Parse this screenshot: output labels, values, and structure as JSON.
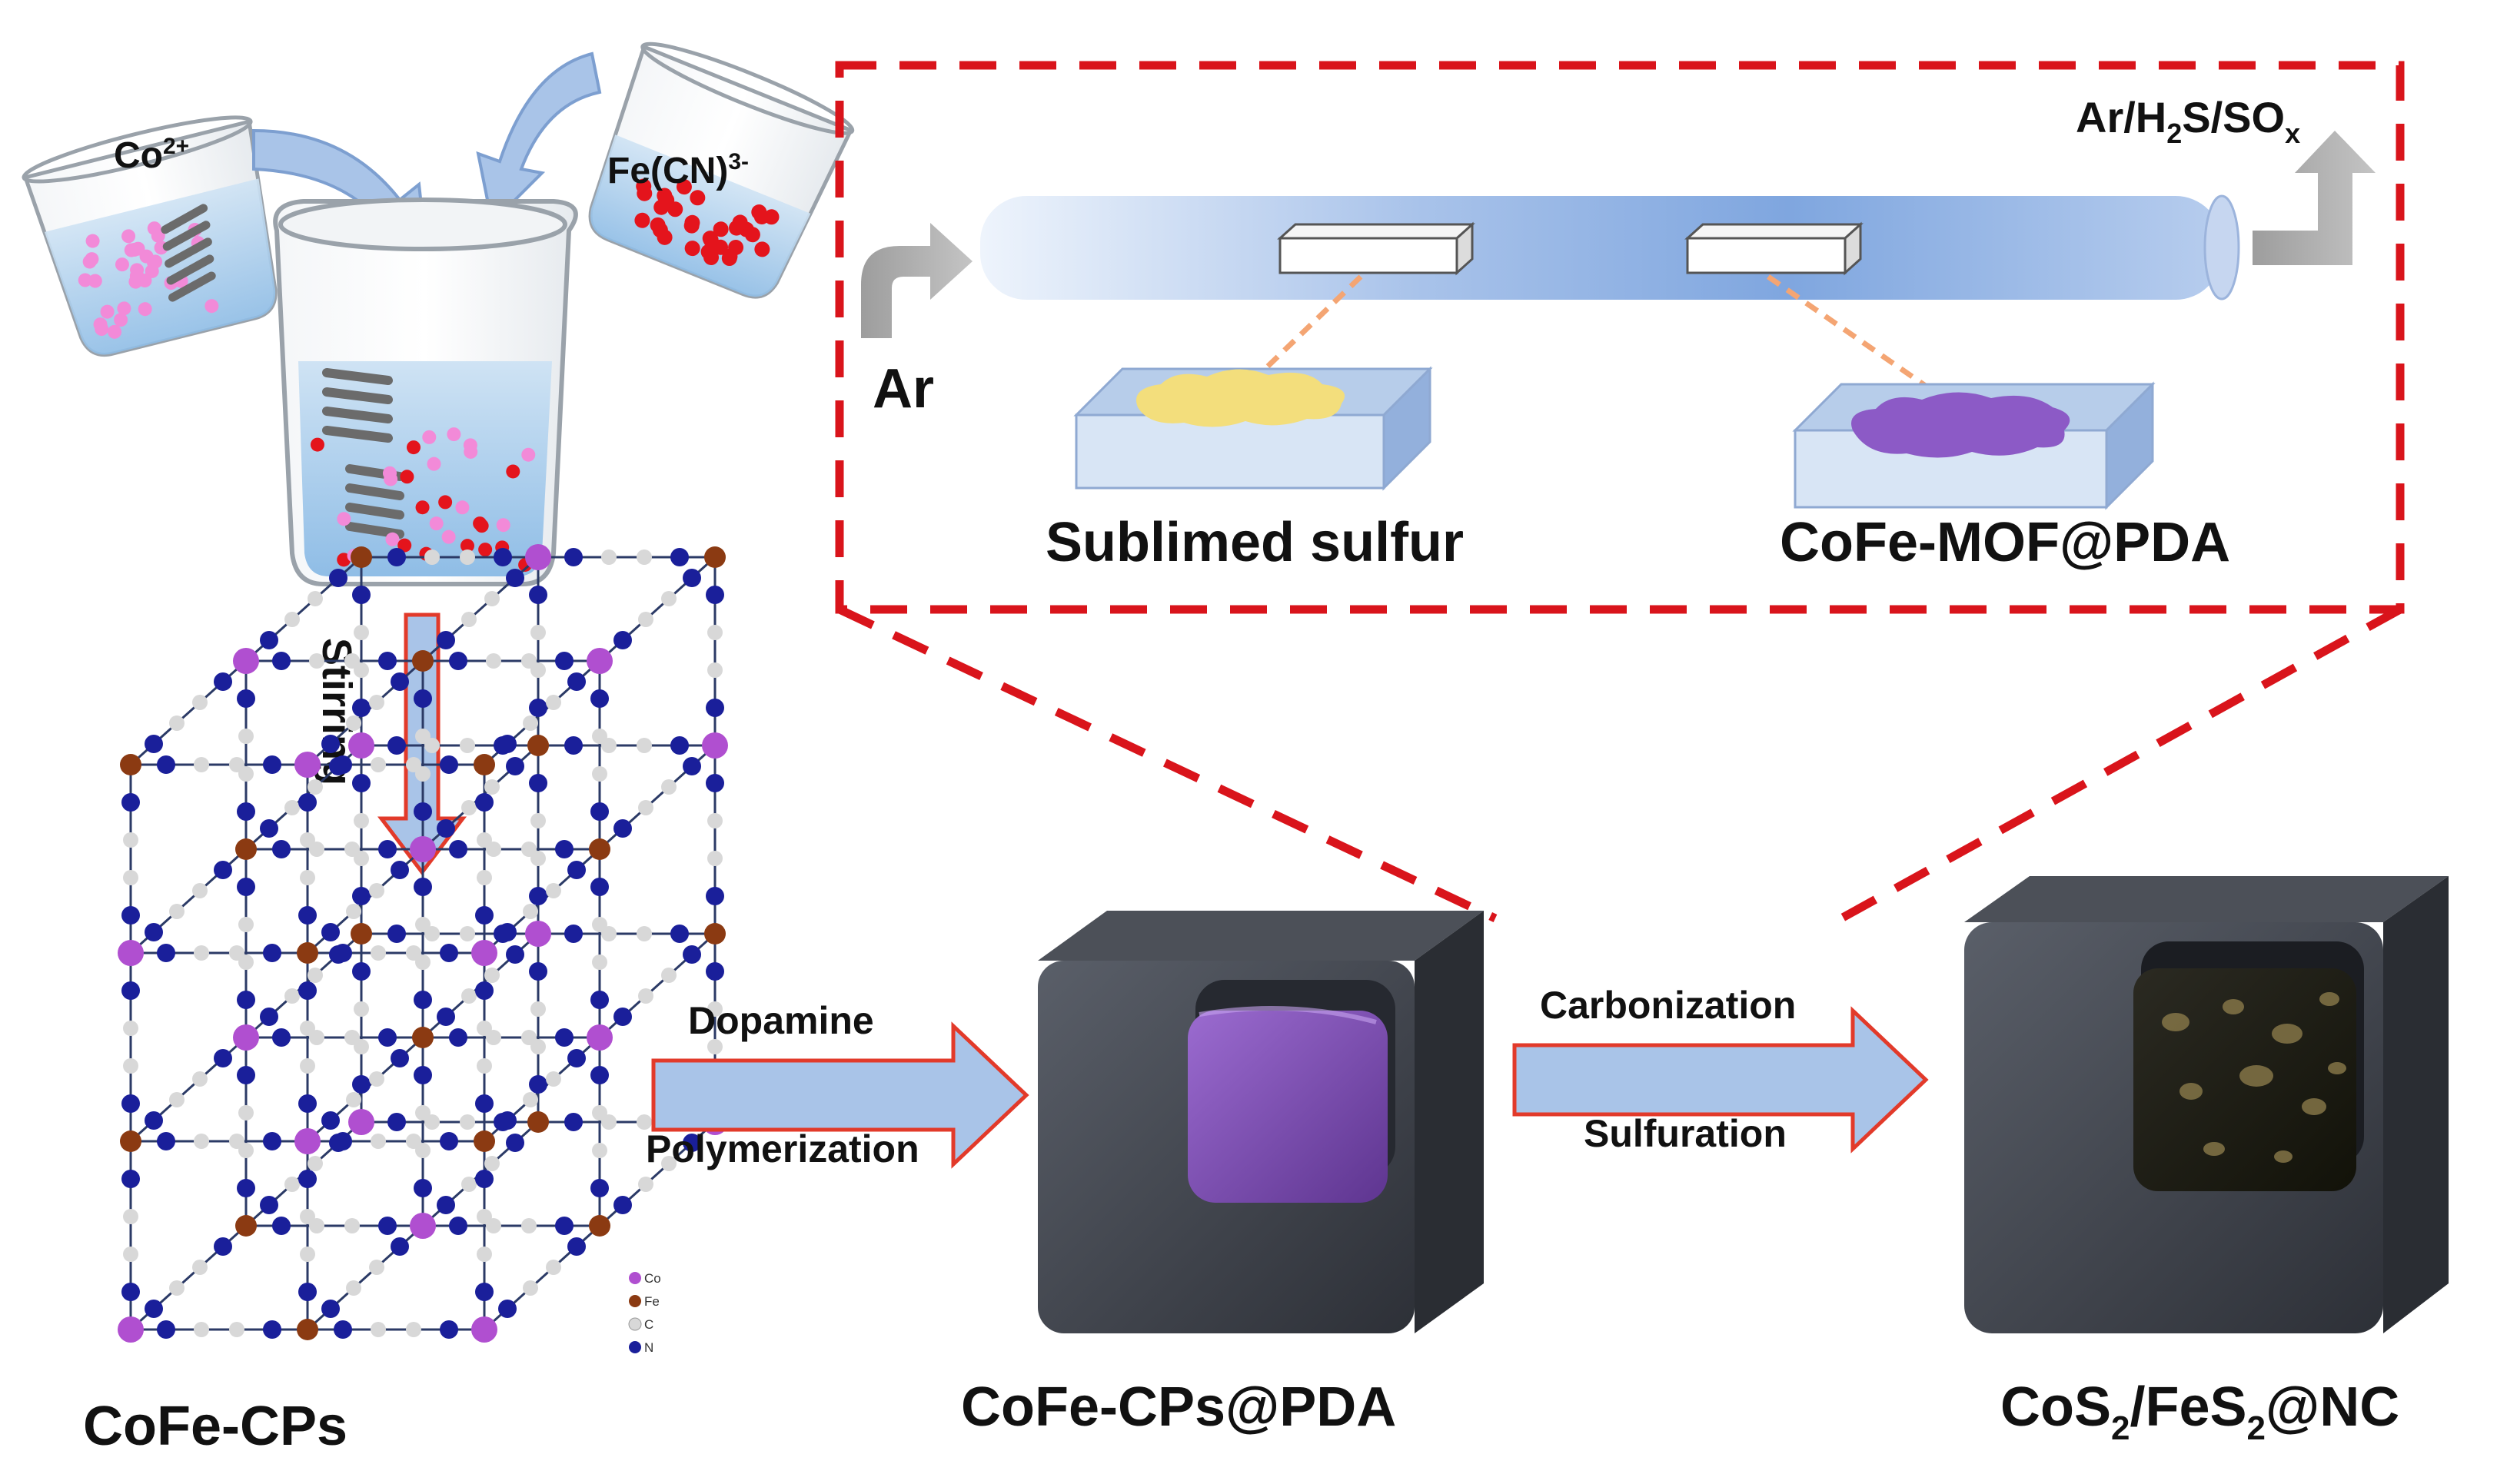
{
  "beaker_labels": {
    "co_ion": "Co",
    "co_charge": "2+",
    "fe_ion": "Fe(CN)",
    "fe_charge": "3-"
  },
  "steps": {
    "stirring": "Stirring",
    "dopamine": "Dopamine",
    "polymerization": "Polymerization",
    "carbonization": "Carbonization",
    "sulfuration": "Sulfuration"
  },
  "products": {
    "cp": "CoFe-CPs",
    "cp_pda": "CoFe-CPs@PDA",
    "final_a": "CoS",
    "final_sub1": "2",
    "final_b": "/FeS",
    "final_sub2": "2",
    "final_c": "@NC"
  },
  "furnace": {
    "inlet_gas": "Ar",
    "outlet_a": "Ar/H",
    "outlet_sub1": "2",
    "outlet_b": "S/SO",
    "outlet_sub2": "x",
    "boat_left": "Sublimed sulfur",
    "boat_right": "CoFe-MOF@PDA"
  },
  "lattice_legend": [
    "Co",
    "Fe",
    "C",
    "N"
  ],
  "colors": {
    "dashed_frame": "#d9141b",
    "arrow_fill": "#a9c4e8",
    "arrow_outline": "#e23a2a",
    "co_atom": "#b04fd0",
    "fe_atom": "#8b3a12",
    "c_atom": "#d8d8d8",
    "n_atom": "#1a1f9a",
    "pda_shell": "#3c4048",
    "mof_core": "#7b4aa8",
    "sulfur": "#f3de7c",
    "mof_powder": "#8c5ac6",
    "ion_co": "#f28ad8",
    "ion_fe": "#e4141c"
  }
}
